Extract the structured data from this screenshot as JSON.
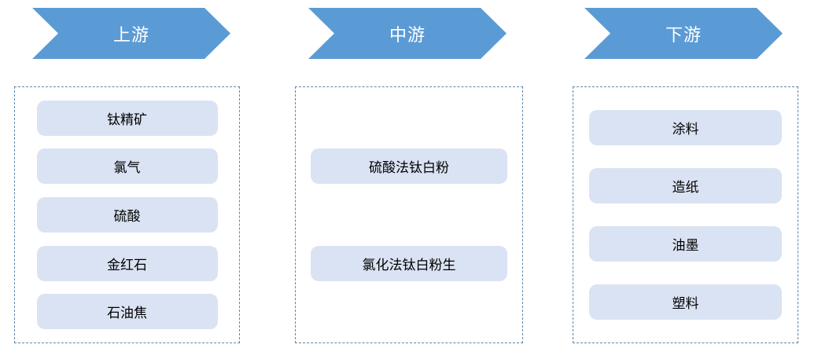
{
  "diagram": {
    "title_semantic": "titanium-dioxide-industry-chain",
    "colors": {
      "arrow_fill": "#5B9BD5",
      "arrow_text": "#FFFFFF",
      "panel_border": "#5d87ab",
      "item_fill": "#DAE3F3",
      "item_text": "#000000"
    },
    "columns": [
      {
        "header": "上游",
        "items": [
          "钛精矿",
          "氯气",
          "硫酸",
          "金红石",
          "石油焦"
        ]
      },
      {
        "header": "中游",
        "items": [
          "硫酸法钛白粉",
          "氯化法钛白粉生"
        ]
      },
      {
        "header": "下游",
        "items": [
          "涂料",
          "造纸",
          "油墨",
          "塑料"
        ]
      }
    ]
  }
}
